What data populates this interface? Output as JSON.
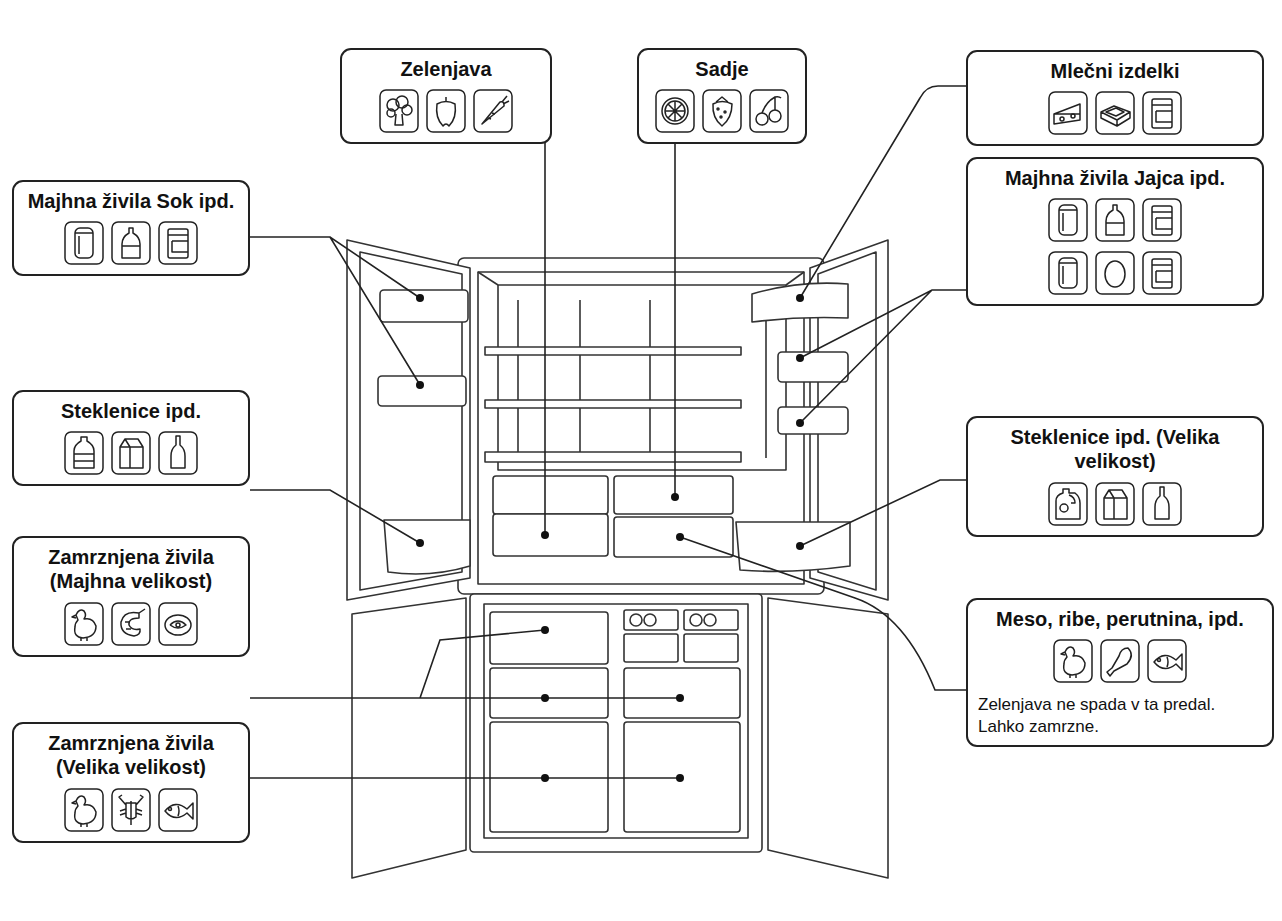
{
  "diagram": {
    "nodes": [
      {
        "text": [
          "Zelenjava"
        ]
      },
      {
        "text": [
          "Sadje"
        ]
      },
      {
        "text": [
          "Mlečni izdelki"
        ]
      },
      {
        "text": [
          "Majhna živila Sok ipd."
        ]
      },
      {
        "text": [
          "Majhna živila Jajca ipd."
        ]
      },
      {
        "text": [
          "Steklenice ipd."
        ]
      },
      {
        "text": [
          "Steklenice ipd. (Velika velikost)"
        ]
      },
      {
        "text": [
          "Zamrznjena živila (Majhna velikost)"
        ]
      },
      {
        "text": [
          "Meso, ribe, perutnina, ipd.",
          "Zelenjava ne spada v ta predal. Lahko zamrzne."
        ]
      },
      {
        "text": [
          "Zamrznjena živila (Velika velikost)"
        ]
      }
    ]
  }
}
